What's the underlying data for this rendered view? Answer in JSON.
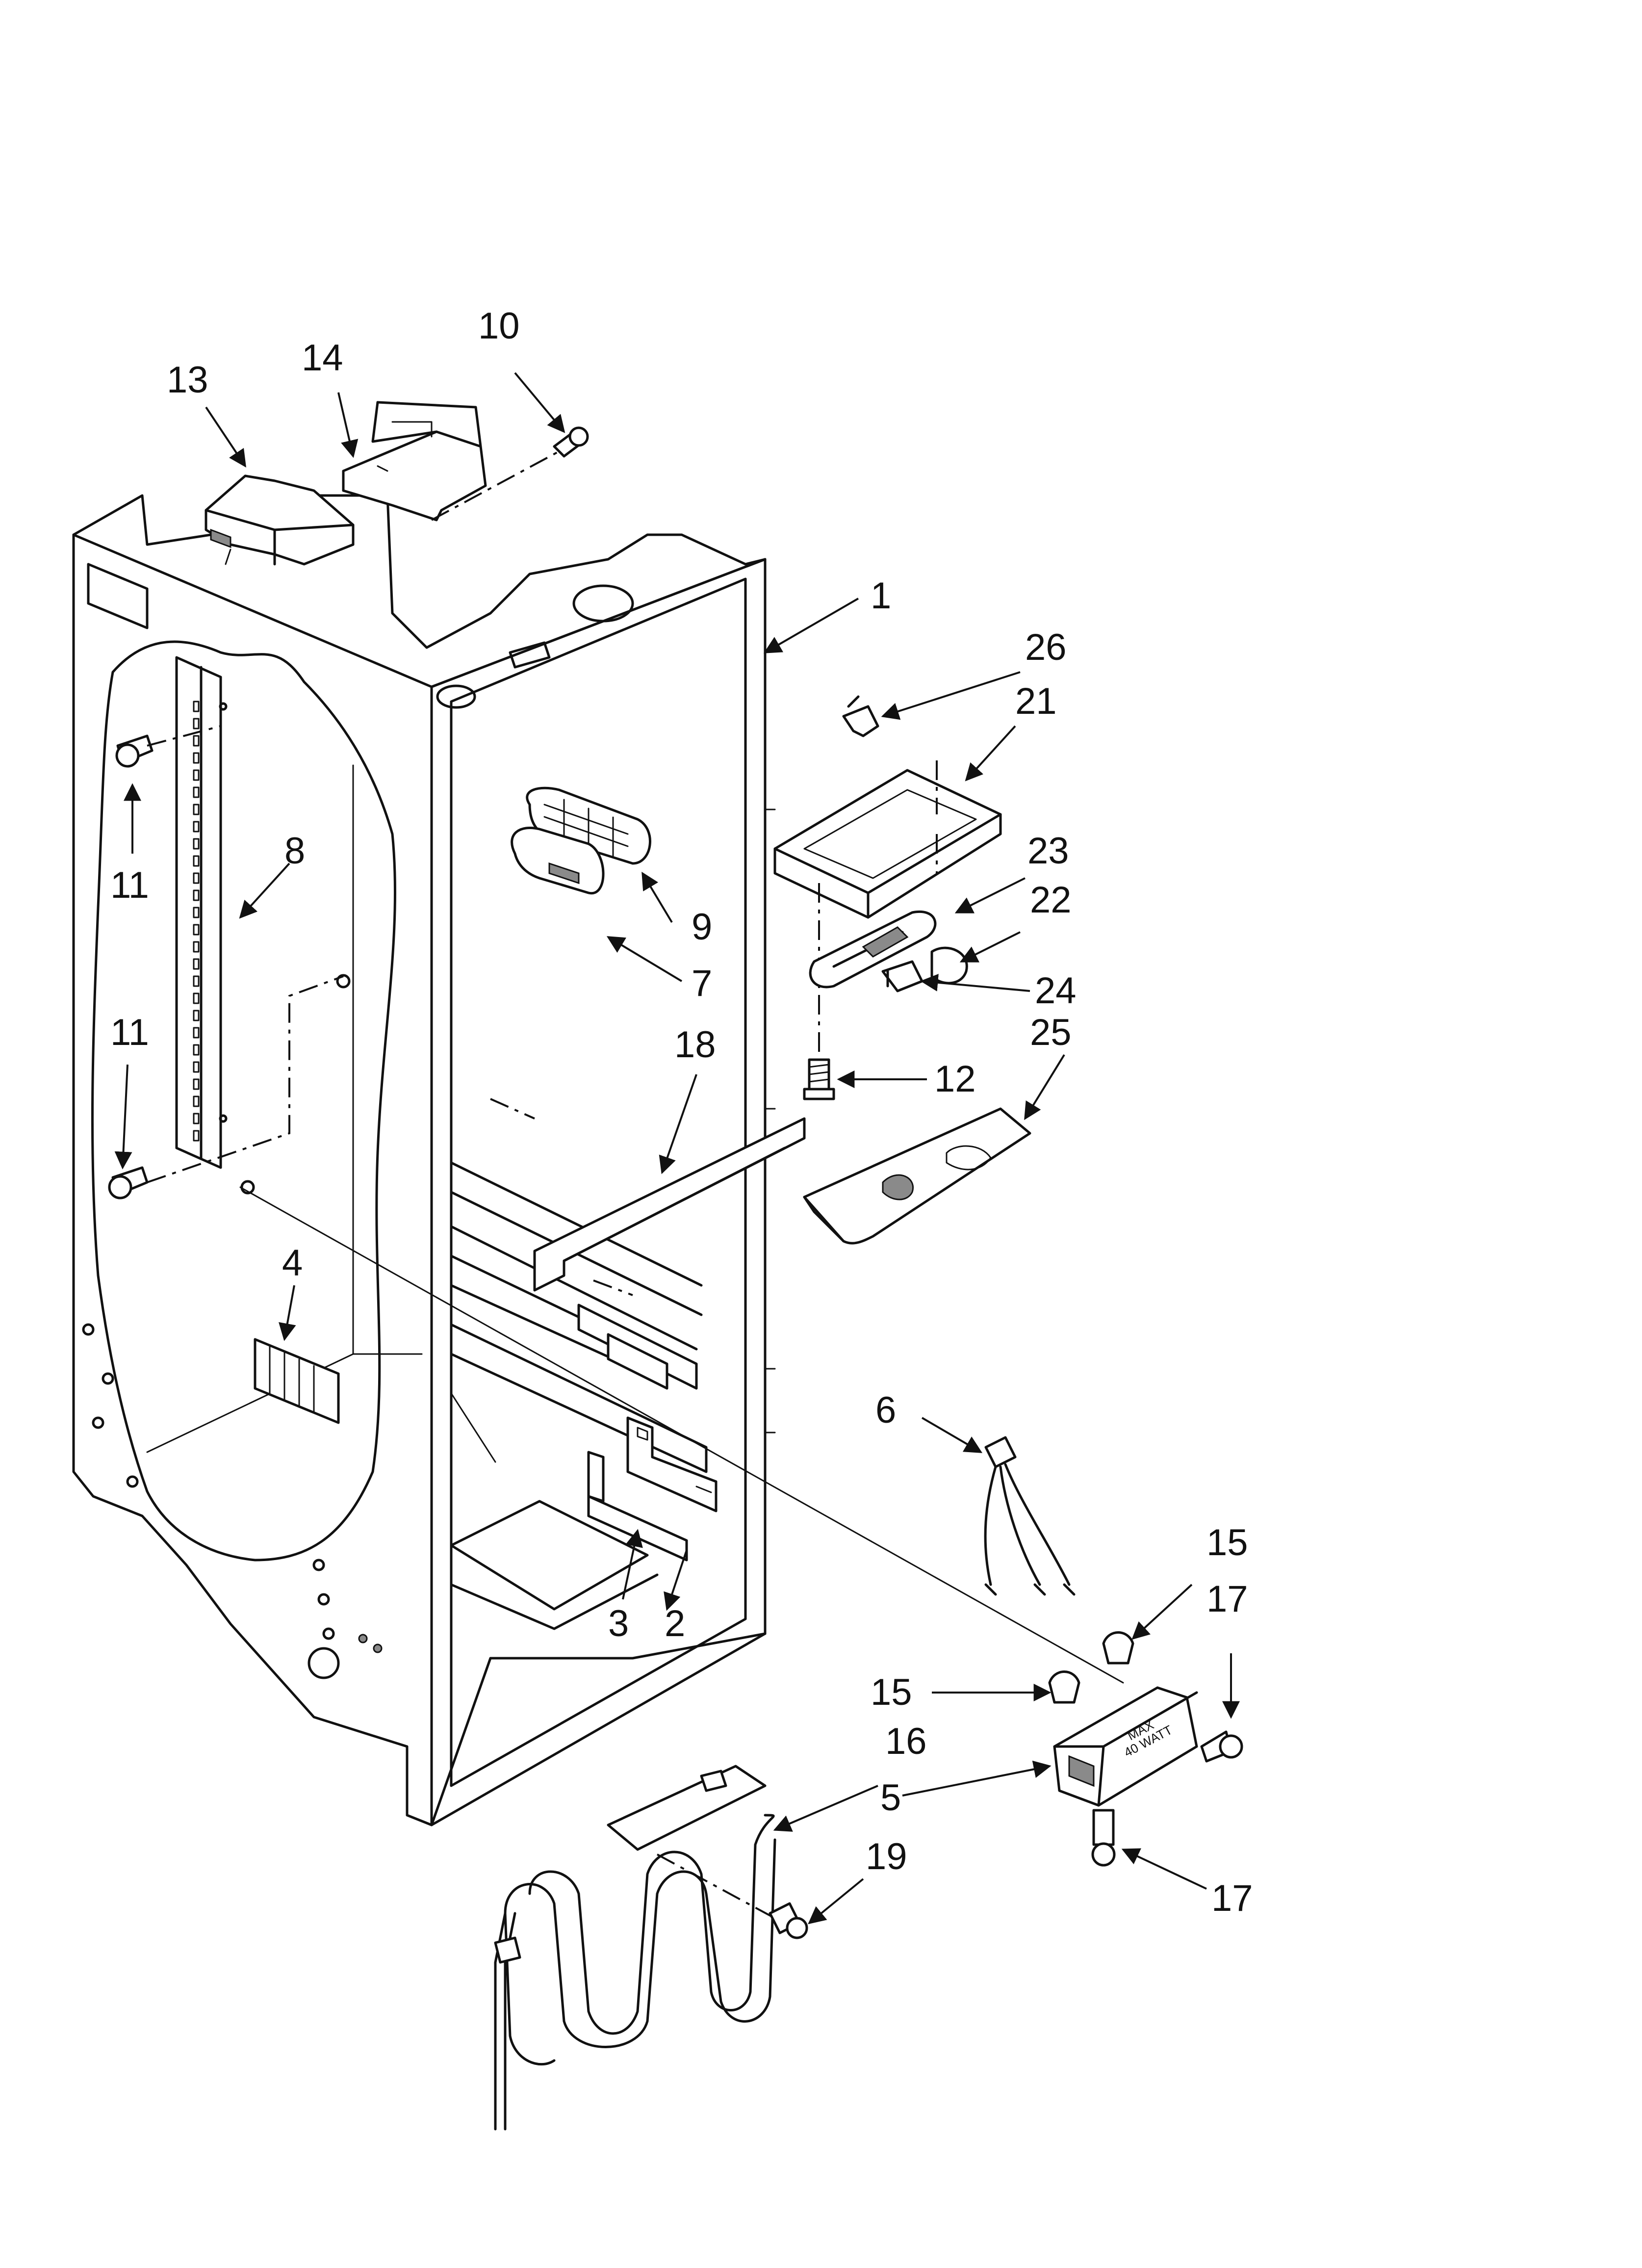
{
  "callouts": [
    {
      "id": "c1",
      "label": "1"
    },
    {
      "id": "c2",
      "label": "2"
    },
    {
      "id": "c3",
      "label": "3"
    },
    {
      "id": "c4",
      "label": "4"
    },
    {
      "id": "c5",
      "label": "5"
    },
    {
      "id": "c6",
      "label": "6"
    },
    {
      "id": "c7",
      "label": "7"
    },
    {
      "id": "c8",
      "label": "8"
    },
    {
      "id": "c9",
      "label": "9"
    },
    {
      "id": "c10",
      "label": "10"
    },
    {
      "id": "c11a",
      "label": "11"
    },
    {
      "id": "c11b",
      "label": "11"
    },
    {
      "id": "c12",
      "label": "12"
    },
    {
      "id": "c13",
      "label": "13"
    },
    {
      "id": "c14",
      "label": "14"
    },
    {
      "id": "c15a",
      "label": "15"
    },
    {
      "id": "c15b",
      "label": "15"
    },
    {
      "id": "c16",
      "label": "16"
    },
    {
      "id": "c17a",
      "label": "17"
    },
    {
      "id": "c17b",
      "label": "17"
    },
    {
      "id": "c18",
      "label": "18"
    },
    {
      "id": "c19",
      "label": "19"
    },
    {
      "id": "c21",
      "label": "21"
    },
    {
      "id": "c22",
      "label": "22"
    },
    {
      "id": "c23",
      "label": "23"
    },
    {
      "id": "c24",
      "label": "24"
    },
    {
      "id": "c25",
      "label": "25"
    },
    {
      "id": "c26",
      "label": "26"
    }
  ],
  "light_housing_stamp": {
    "line1": "MAX",
    "line2": "40 WATT"
  }
}
